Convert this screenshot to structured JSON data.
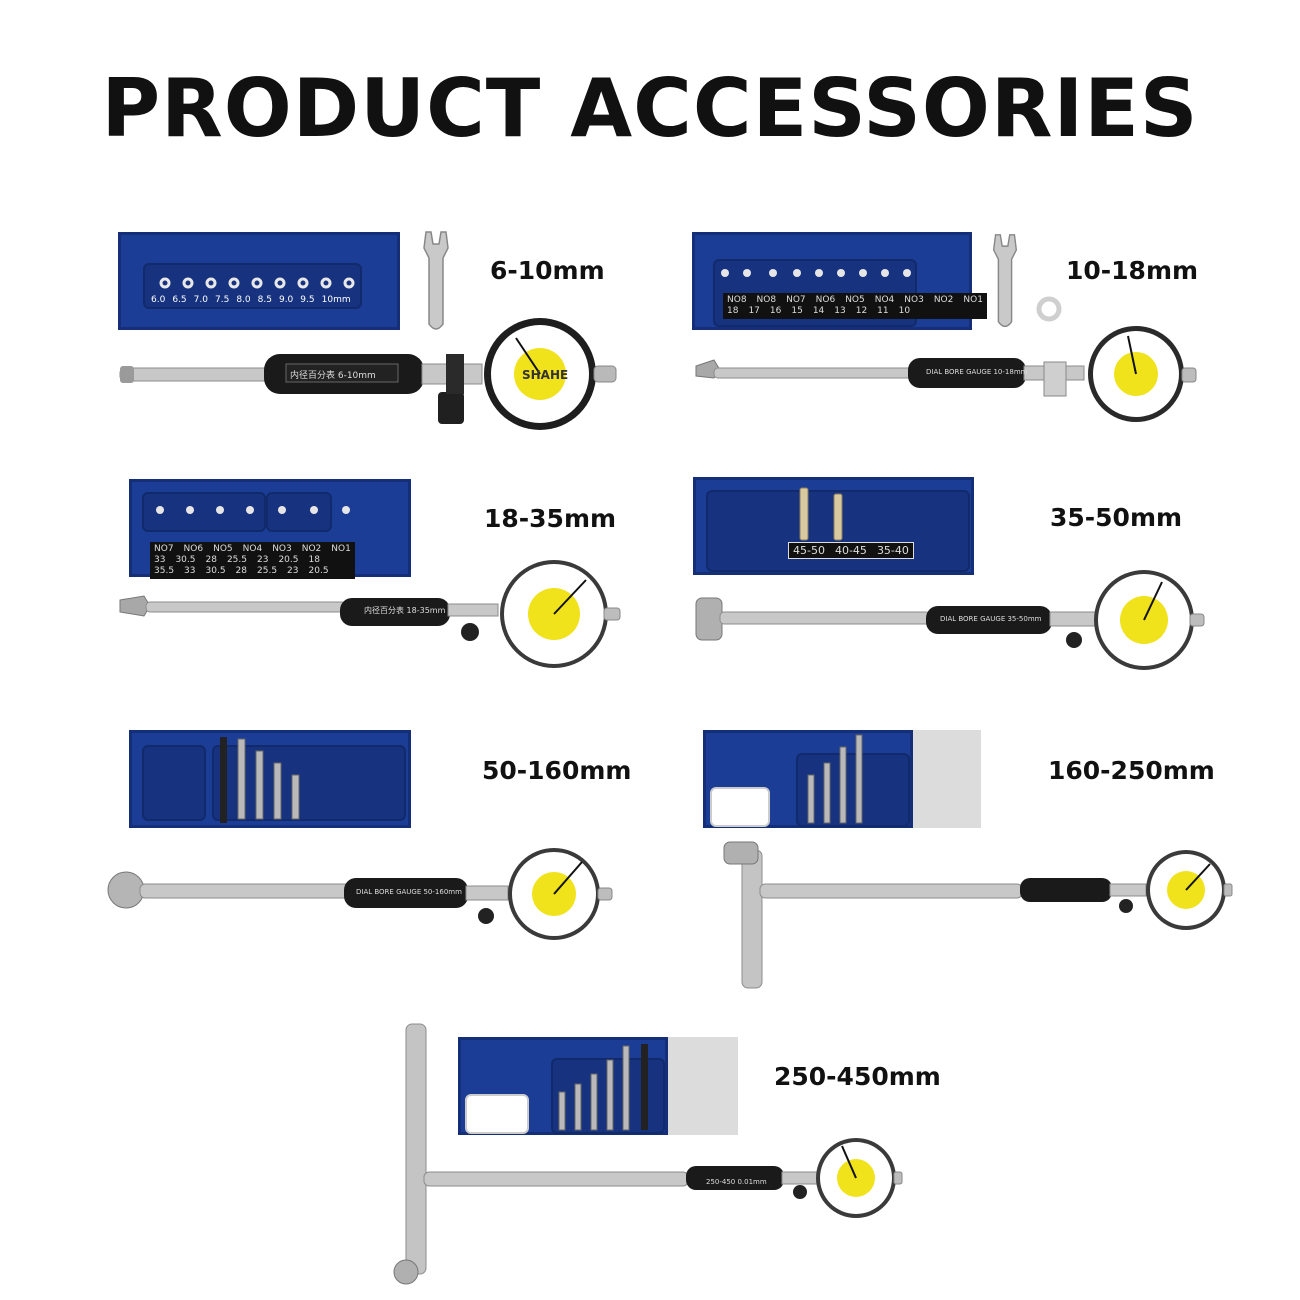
{
  "title": "PRODUCT ACCESSORIES",
  "brand": "SHAHE",
  "colors": {
    "case_blue": "#1c3d96",
    "dial_yellow": "#f0e21b",
    "handle_black": "#1a1a1a",
    "rod_silver": "#c8c8c8"
  },
  "items": [
    {
      "label": "6-10mm",
      "scale": [
        "6.0",
        "6.5",
        "7.0",
        "7.5",
        "8.0",
        "8.5",
        "9.0",
        "9.5",
        "10mm"
      ],
      "handle_text": "内径百分表  6-10mm"
    },
    {
      "label": "10-18mm",
      "plate_top": [
        "NO8",
        "NO8",
        "NO7",
        "NO6",
        "NO5",
        "NO4",
        "NO3",
        "NO2",
        "NO1"
      ],
      "plate_bottom": [
        "18",
        "17",
        "16",
        "15",
        "14",
        "13",
        "12",
        "11",
        "10"
      ],
      "handle_text": "DIAL BORE GAUGE 10-18mm"
    },
    {
      "label": "18-35mm",
      "plate_top": [
        "NO7",
        "NO6",
        "NO5",
        "NO4",
        "NO3",
        "NO2",
        "NO1"
      ],
      "plate_mid": [
        "33",
        "30.5",
        "28",
        "25.5",
        "23",
        "20.5",
        "18"
      ],
      "plate_bottom": [
        "35.5",
        "33",
        "30.5",
        "28",
        "25.5",
        "23",
        "20.5"
      ],
      "handle_text": "内径百分表 18-35mm"
    },
    {
      "label": "35-50mm",
      "plate": [
        "45-50",
        "40-45",
        "35-40"
      ],
      "handle_text": "DIAL BORE GAUGE 35-50mm"
    },
    {
      "label": "50-160mm",
      "handle_text": "DIAL BORE GAUGE 50-160mm"
    },
    {
      "label": "160-250mm",
      "handle_text": ""
    },
    {
      "label": "250-450mm",
      "handle_text": "250-450 0.01mm"
    }
  ]
}
